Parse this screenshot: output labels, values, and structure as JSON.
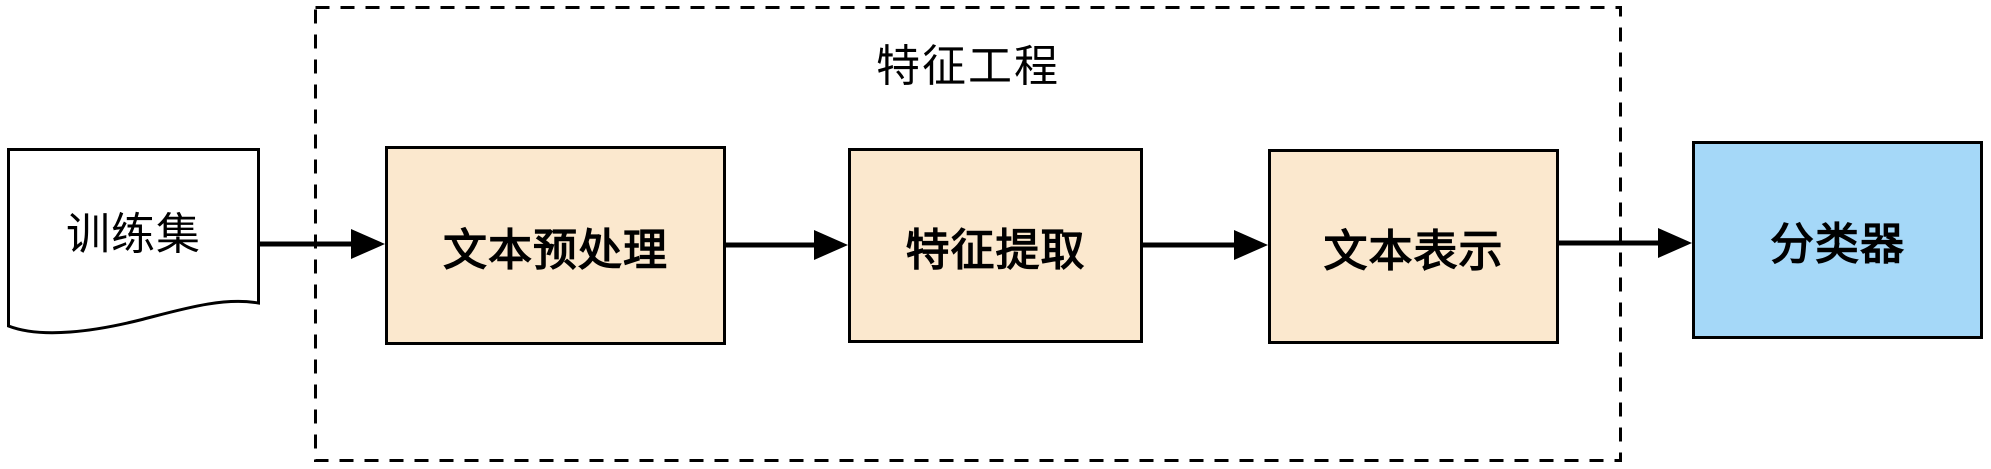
{
  "diagram": {
    "input": {
      "label": "训练集",
      "shape": "document"
    },
    "feature_engineering": {
      "label": "特征工程",
      "steps": [
        {
          "label": "文本预处理"
        },
        {
          "label": "特征提取"
        },
        {
          "label": "文本表示"
        }
      ]
    },
    "output": {
      "label": "分类器"
    },
    "colors": {
      "step_fill": "#FBE8CE",
      "output_fill": "#A5D8F8",
      "stroke": "#000000",
      "background": "#FFFFFF"
    }
  }
}
